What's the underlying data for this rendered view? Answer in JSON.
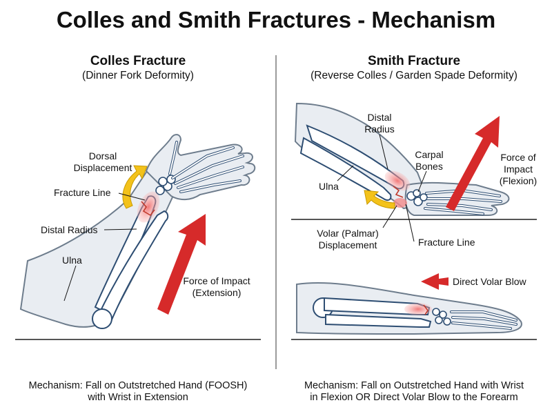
{
  "title": "Colles and Smith Fractures - Mechanism",
  "colles": {
    "heading": "Colles Fracture",
    "subheading": "(Dinner Fork Deformity)",
    "labels": {
      "dorsal_1": "Dorsal",
      "dorsal_2": "Displacement",
      "fracture_line": "Fracture Line",
      "distal_radius": "Distal Radius",
      "ulna": "Ulna",
      "force_1": "Force of Impact",
      "force_2": "(Extension)"
    },
    "mechanism_1": "Mechanism: Fall on Outstretched Hand (FOOSH)",
    "mechanism_2": "with Wrist in Extension"
  },
  "smith": {
    "heading": "Smith Fracture",
    "subheading": "(Reverse Colles / Garden Spade Deformity)",
    "labels": {
      "distal_1": "Distal",
      "distal_2": "Radius",
      "carpal_1": "Carpal",
      "carpal_2": "Bones",
      "ulna": "Ulna",
      "force_1": "Force of",
      "force_2": "Impact",
      "force_3": "(Flexion)",
      "volar_1": "Volar (Palmar)",
      "volar_2": "Displacement",
      "fracture_line": "Fracture Line",
      "direct_blow": "Direct Volar Blow"
    },
    "mechanism_1": "Mechanism: Fall on Outstretched Hand with Wrist",
    "mechanism_2": "in Flexion OR Direct Volar Blow to the Forearm"
  },
  "colors": {
    "skin": "#e9edf2",
    "skin_stroke": "#6d7c8c",
    "bone_fill": "#ffffff",
    "bone_stroke": "#2d4d72",
    "fracture": "#f28a8a",
    "red_arrow": "#d62a2a",
    "yellow_arrow": "#f3c21b",
    "ground": "#555555"
  }
}
